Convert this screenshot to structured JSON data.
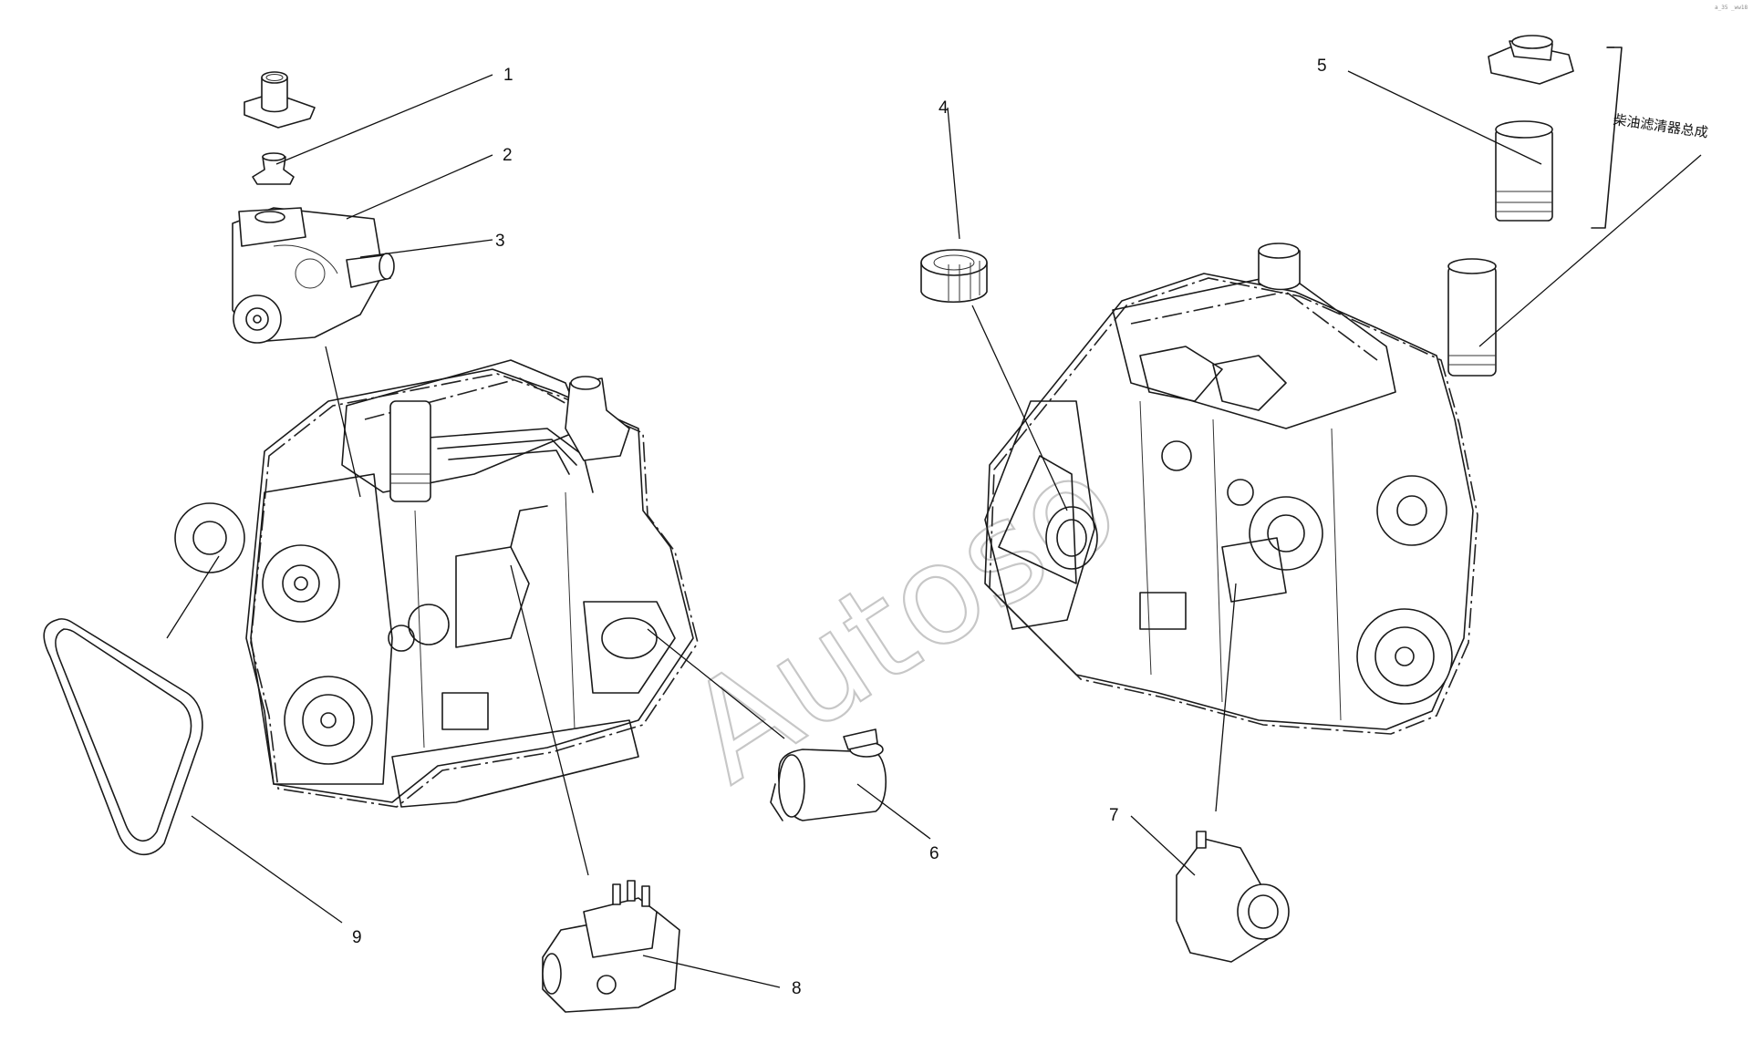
{
  "diagram": {
    "callouts": [
      {
        "id": "1",
        "label": "1"
      },
      {
        "id": "2",
        "label": "2"
      },
      {
        "id": "3",
        "label": "3"
      },
      {
        "id": "4",
        "label": "4"
      },
      {
        "id": "5",
        "label": "5"
      },
      {
        "id": "6",
        "label": "6"
      },
      {
        "id": "7",
        "label": "7"
      },
      {
        "id": "8",
        "label": "8"
      },
      {
        "id": "9",
        "label": "9"
      }
    ],
    "bracket_label": "柴油滤清器总成",
    "watermark": "Autoso",
    "corner_mark": "a_35 _ww18"
  }
}
